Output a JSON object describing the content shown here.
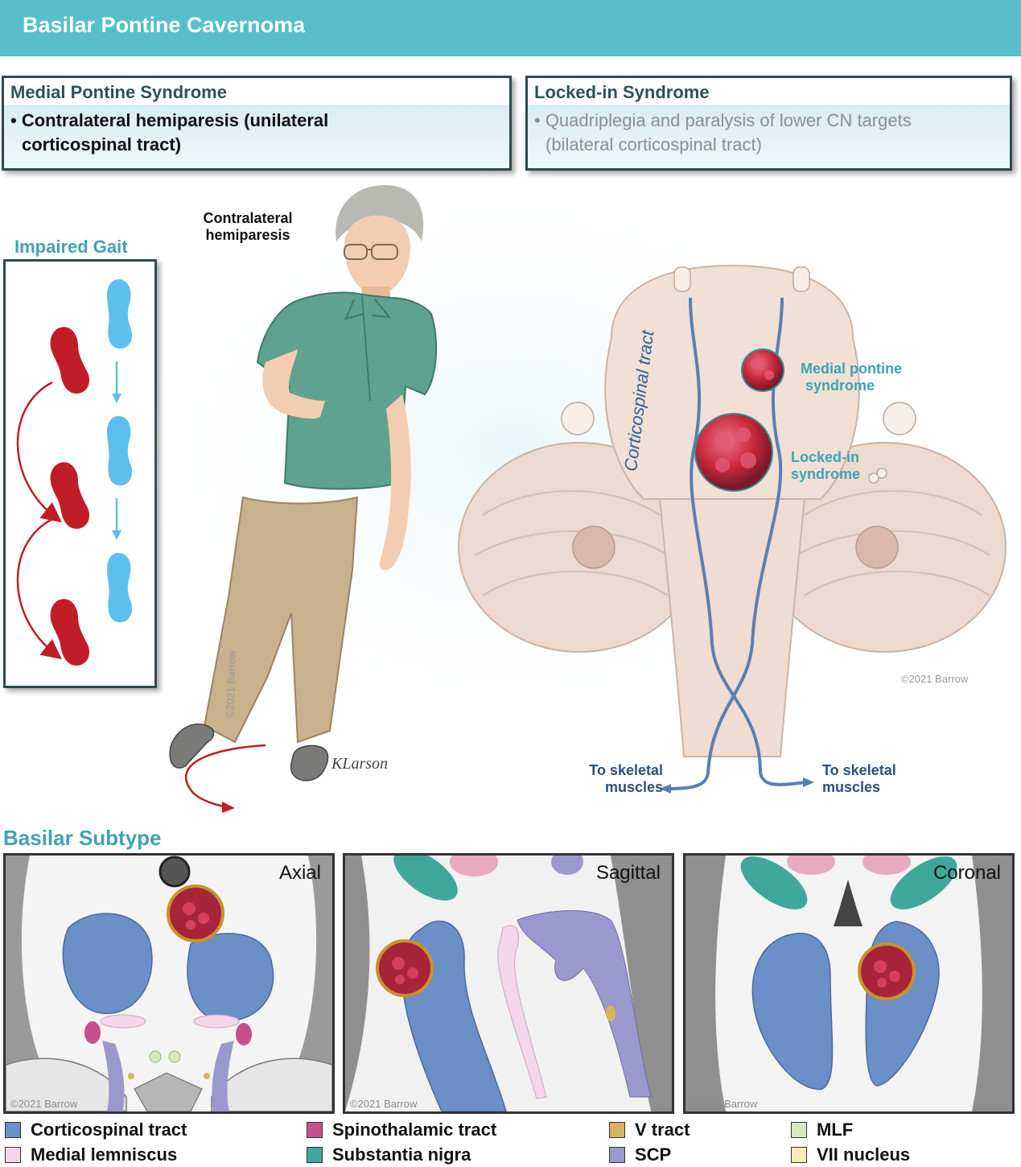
{
  "header": {
    "title": "Basilar Pontine Cavernoma"
  },
  "syndromes": [
    {
      "title": "Medial Pontine Syndrome",
      "line1": "• Contralateral hemiparesis (unilateral",
      "line2": "corticospinal tract)"
    },
    {
      "title": "Locked-in Syndrome",
      "line1": "• Quadriplegia and paralysis of lower CN targets",
      "line2": "(bilateral corticospinal tract)"
    }
  ],
  "gait": {
    "title": "Impaired Gait"
  },
  "patient": {
    "label_line1": "Contralateral",
    "label_line2": "hemiparesis",
    "copyright": "©2021 Barrow",
    "signature": "KLarson"
  },
  "brainstem": {
    "tract_label": "Corticospinal tract",
    "medial_line1": "Medial pontine",
    "medial_line2": "syndrome",
    "locked_line1": "Locked-in",
    "locked_line2": "syndrome",
    "muscle_left_line1": "To skeletal",
    "muscle_left_line2": "muscles",
    "muscle_right_line1": "To skeletal",
    "muscle_right_line2": "muscles",
    "copyright": "©2021 Barrow"
  },
  "subtype": {
    "title": "Basilar Subtype",
    "panels": [
      {
        "label": "Axial",
        "copyright": "©2021 Barrow"
      },
      {
        "label": "Sagittal",
        "copyright": "©2021 Barrow"
      },
      {
        "label": "Coronal",
        "copyright": "©2021 Barrow"
      }
    ]
  },
  "legend": [
    {
      "label": "Corticospinal tract",
      "color": "#6b8fc7"
    },
    {
      "label": "Medial lemniscus",
      "color": "#f3d6e8"
    },
    {
      "label": "Spinothalamic tract",
      "color": "#c8508a"
    },
    {
      "label": "Substantia nigra",
      "color": "#3fa89a"
    },
    {
      "label": "V tract",
      "color": "#d9b45e"
    },
    {
      "label": "SCP",
      "color": "#9a98cc"
    },
    {
      "label": "MLF",
      "color": "#d6e8c0"
    },
    {
      "label": "VII nucleus",
      "color": "#f6ecb8"
    }
  ],
  "colors": {
    "accent": "#56bfc9",
    "accent_text": "#3ea3b4",
    "tract_blue": "#5a7fb2",
    "lesion_red": "#c8283a",
    "foot_red": "#c01d26",
    "foot_blue": "#5bc0ee"
  }
}
